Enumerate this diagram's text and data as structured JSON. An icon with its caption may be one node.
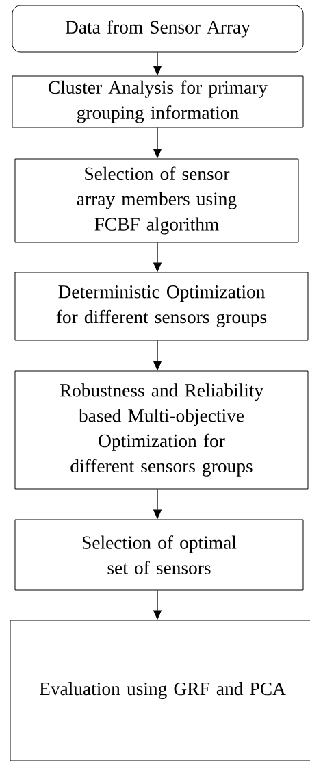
{
  "diagram": {
    "nodes": [
      {
        "text": [
          "Data from Sensor Array"
        ]
      },
      {
        "text": [
          "Cluster Analysis for primary grouping information"
        ]
      },
      {
        "text": [
          "Selection of sensor array members using FCBF algorithm"
        ]
      },
      {
        "text": [
          "Deterministic Optimization for different sensors groups"
        ]
      },
      {
        "text": [
          "Robustness and Reliability based Multi-objective Optimization for different sensors groups"
        ]
      },
      {
        "text": [
          "Selection of optimal set of sensors"
        ]
      },
      {
        "text": [
          "Evaluation using GRF and PCA"
        ]
      }
    ],
    "edges": [
      {
        "from": 0,
        "to": 1,
        "arrow": "to"
      },
      {
        "from": 1,
        "to": 2,
        "arrow": "to"
      },
      {
        "from": 2,
        "to": 3,
        "arrow": "to"
      },
      {
        "from": 3,
        "to": 4,
        "arrow": "to"
      },
      {
        "from": 4,
        "to": 5,
        "arrow": "to"
      },
      {
        "from": 5,
        "to": 6,
        "arrow": "to"
      }
    ]
  }
}
